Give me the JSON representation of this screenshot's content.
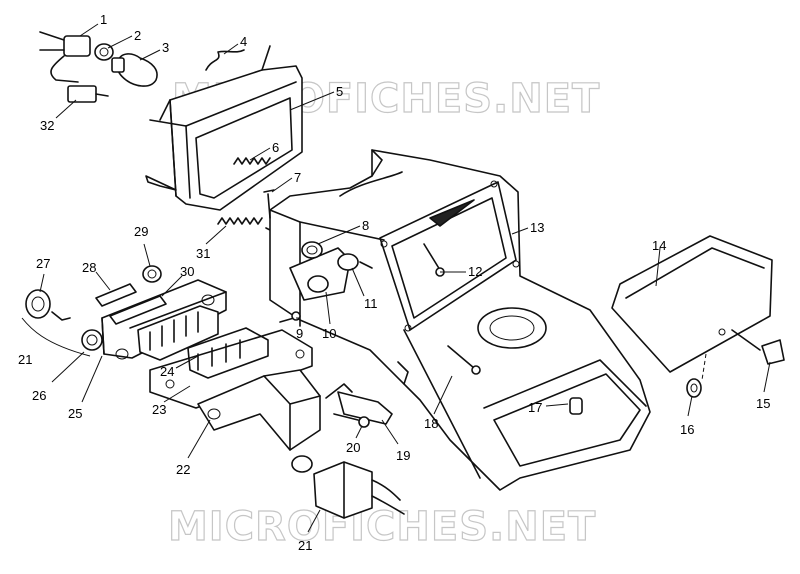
{
  "watermark": "MICROFICHES.NET",
  "callouts": [
    {
      "id": "c1",
      "label": "1"
    },
    {
      "id": "c2",
      "label": "2"
    },
    {
      "id": "c3",
      "label": "3"
    },
    {
      "id": "c4",
      "label": "4"
    },
    {
      "id": "c5",
      "label": "5"
    },
    {
      "id": "c6",
      "label": "6"
    },
    {
      "id": "c7",
      "label": "7"
    },
    {
      "id": "c8",
      "label": "8"
    },
    {
      "id": "c9",
      "label": "9"
    },
    {
      "id": "c10",
      "label": "10"
    },
    {
      "id": "c11",
      "label": "11"
    },
    {
      "id": "c12",
      "label": "12"
    },
    {
      "id": "c13",
      "label": "13"
    },
    {
      "id": "c14",
      "label": "14"
    },
    {
      "id": "c15",
      "label": "15"
    },
    {
      "id": "c16",
      "label": "16"
    },
    {
      "id": "c17",
      "label": "17"
    },
    {
      "id": "c18",
      "label": "18"
    },
    {
      "id": "c19",
      "label": "19"
    },
    {
      "id": "c20",
      "label": "20"
    },
    {
      "id": "c21a",
      "label": "21"
    },
    {
      "id": "c21b",
      "label": "21"
    },
    {
      "id": "c22",
      "label": "22"
    },
    {
      "id": "c23",
      "label": "23"
    },
    {
      "id": "c24",
      "label": "24"
    },
    {
      "id": "c25",
      "label": "25"
    },
    {
      "id": "c26",
      "label": "26"
    },
    {
      "id": "c27",
      "label": "27"
    },
    {
      "id": "c28",
      "label": "28"
    },
    {
      "id": "c29",
      "label": "29"
    },
    {
      "id": "c30",
      "label": "30"
    },
    {
      "id": "c31",
      "label": "31"
    },
    {
      "id": "c32",
      "label": "32"
    }
  ]
}
